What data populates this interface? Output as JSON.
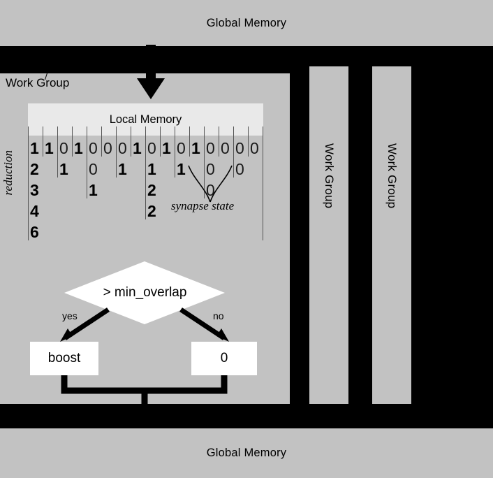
{
  "memory": {
    "top_label": "Global Memory",
    "bottom_label": "Global Memory"
  },
  "colors": {
    "background": "#000000",
    "memory_gray": "#c2c2c2",
    "local_memory_gray": "#e9e9e9",
    "box_white": "#ffffff",
    "line_black": "#000000",
    "grid_line": "#555555"
  },
  "work_groups": [
    {
      "label": "Work Group",
      "orientation": "horizontal",
      "detailed": true
    },
    {
      "label": "Work Group",
      "orientation": "vertical",
      "detailed": false
    },
    {
      "label": "Work Group",
      "orientation": "vertical",
      "detailed": false
    }
  ],
  "local_memory": {
    "label": "Local Memory",
    "tick_count": 16
  },
  "reduction": {
    "axis_label": "reduction",
    "callout_label": "synapse state",
    "rows": [
      {
        "values": [
          "1",
          "1",
          "0",
          "1",
          "0",
          "0",
          "0",
          "1",
          "0",
          "1",
          "0",
          "1",
          "0",
          "0",
          "0",
          "0"
        ],
        "bold": [
          true,
          true,
          false,
          true,
          false,
          false,
          false,
          true,
          false,
          true,
          false,
          true,
          false,
          false,
          false,
          false
        ]
      },
      {
        "values": [
          "2",
          "1",
          "0",
          "1",
          "1",
          "1",
          "0",
          "0"
        ],
        "bold": [
          true,
          true,
          false,
          true,
          true,
          true,
          false,
          false
        ]
      },
      {
        "values": [
          "3",
          "1",
          "2",
          "0"
        ],
        "bold": [
          true,
          true,
          true,
          false
        ]
      },
      {
        "values": [
          "4",
          "2"
        ],
        "bold": [
          true,
          true
        ]
      },
      {
        "values": [
          "6"
        ],
        "bold": [
          true
        ]
      }
    ]
  },
  "flow": {
    "decision_label": "> min_overlap",
    "yes_label": "yes",
    "no_label": "no",
    "true_branch_label": "boost",
    "false_branch_label": "0"
  }
}
